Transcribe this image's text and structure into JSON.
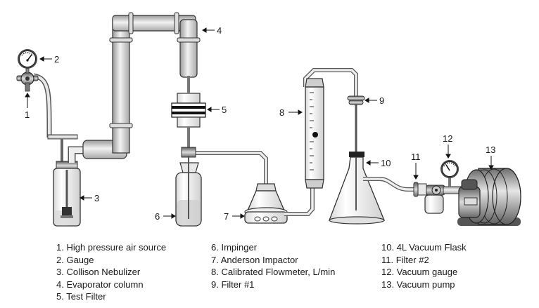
{
  "callouts": [
    "1",
    "2",
    "3",
    "4",
    "5",
    "6",
    "7",
    "8",
    "9",
    "10",
    "11",
    "12",
    "13"
  ],
  "legend": {
    "col1": [
      "1. High pressure air source",
      "2. Gauge",
      "3. Collison Nebulizer",
      "4. Evaporator column",
      "5. Test Filter"
    ],
    "col2": [
      "6. Impinger",
      "7. Anderson Impactor",
      "8. Calibrated Flowmeter, L/min",
      "9. Filter #1"
    ],
    "col3": [
      "10. 4L Vacuum Flask",
      "11. Filter #2",
      "12. Vacuum gauge",
      "13. Vacuum pump"
    ]
  }
}
